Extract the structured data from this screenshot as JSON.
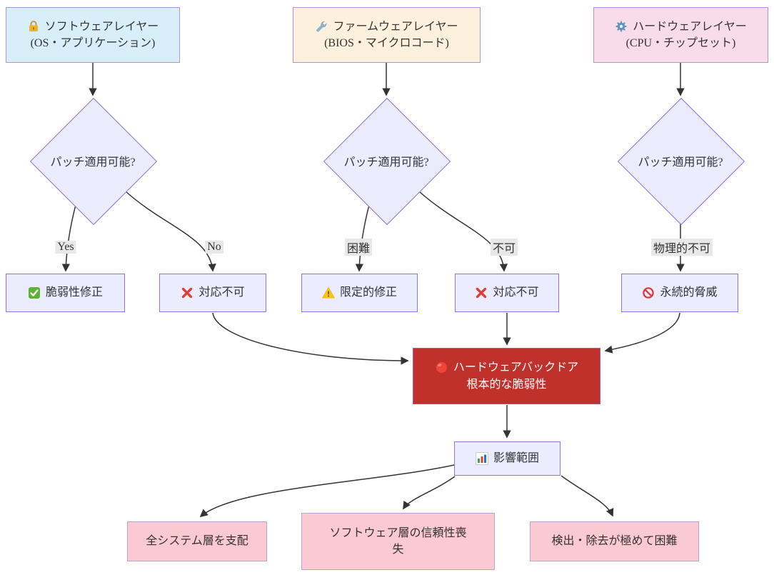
{
  "layers": [
    {
      "icon": "lock-icon",
      "title": "ソフトウェアレイヤー",
      "subtitle": "(OS・アプリケーション)"
    },
    {
      "icon": "wrench-icon",
      "title": "ファームウェアレイヤー",
      "subtitle": "(BIOS・マイクロコード)"
    },
    {
      "icon": "gear-icon",
      "title": "ハードウェアレイヤー",
      "subtitle": "(CPU・チップセット)"
    }
  ],
  "decision_label": "パッチ適用可能?",
  "edge_labels": {
    "yes": "Yes",
    "no": "No",
    "difficult": "困難",
    "impossible": "不可",
    "physical": "物理的不可"
  },
  "outcomes": [
    {
      "icon": "check-icon",
      "label": "脆弱性修正"
    },
    {
      "icon": "cross-icon",
      "label": "対応不可"
    },
    {
      "icon": "warning-icon",
      "label": "限定的修正"
    },
    {
      "icon": "cross-icon",
      "label": "対応不可"
    },
    {
      "icon": "no-entry-icon",
      "label": "永続的脅威"
    }
  ],
  "core": {
    "icon": "red-circle-icon",
    "line1": "ハードウェアバックドア",
    "line2": "根本的な脆弱性"
  },
  "impact": {
    "icon": "bar-chart-icon",
    "label": "影響範囲"
  },
  "consequences": [
    {
      "label": "全システム層を支配"
    },
    {
      "label": "ソフトウェア層の信頼性喪失"
    },
    {
      "label": "検出・除去が極めて困難"
    }
  ],
  "colors": {
    "software_fill": "#d8eef8",
    "firmware_fill": "#fdf0dc",
    "hardware_fill": "#f8dcea",
    "node_fill": "#ECECFF",
    "node_border": "#9370DB",
    "core_fill": "#c0312b",
    "core_border": "#aa5a9f",
    "consequence_fill": "#fbc9d2",
    "edge_stroke": "#333333",
    "edge_label_bg": "#e8e8e8"
  }
}
